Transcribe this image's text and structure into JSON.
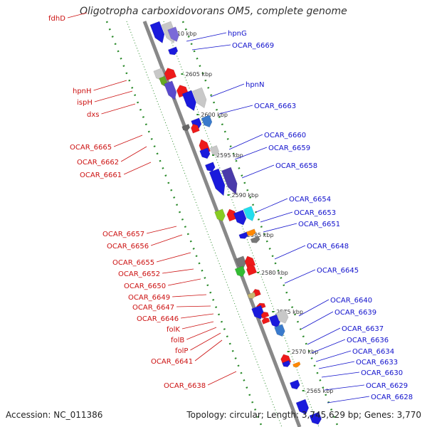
{
  "title": "Oligotropha carboxidovorans OM5, complete genome",
  "corner_label": "fdhD",
  "footer": {
    "accession": "Accession: NC_011386",
    "summary": "Topology: circular; Length: 3,745,629 bp; Genes: 3,770"
  },
  "colors": {
    "forward_label": "#cc1111",
    "reverse_label": "#1111cc",
    "backbone": "#888888",
    "frame": "#2a8a2a"
  },
  "ticks": [
    "2610 kbp",
    "2605 kbp",
    "2600 kbp",
    "2595 kbp",
    "2590 kbp",
    "2585 kbp",
    "2580 kbp",
    "2575 kbp",
    "2570 kbp",
    "2565 kbp"
  ],
  "left_labels": [
    "hpnH",
    "ispH",
    "dxs",
    "OCAR_6665",
    "OCAR_6662",
    "OCAR_6661",
    "OCAR_6657",
    "OCAR_6656",
    "OCAR_6655",
    "OCAR_6652",
    "OCAR_6650",
    "OCAR_6649",
    "OCAR_6647",
    "OCAR_6646",
    "folK",
    "folB",
    "folP",
    "OCAR_6641",
    "OCAR_6638"
  ],
  "right_labels": [
    "hpnG",
    "OCAR_6669",
    "hpnN",
    "OCAR_6663",
    "OCAR_6660",
    "OCAR_6659",
    "OCAR_6658",
    "OCAR_6654",
    "OCAR_6653",
    "OCAR_6651",
    "OCAR_6648",
    "OCAR_6645",
    "OCAR_6640",
    "OCAR_6639",
    "OCAR_6637",
    "OCAR_6636",
    "OCAR_6634",
    "OCAR_6633",
    "OCAR_6630",
    "OCAR_6629",
    "OCAR_6628"
  ]
}
